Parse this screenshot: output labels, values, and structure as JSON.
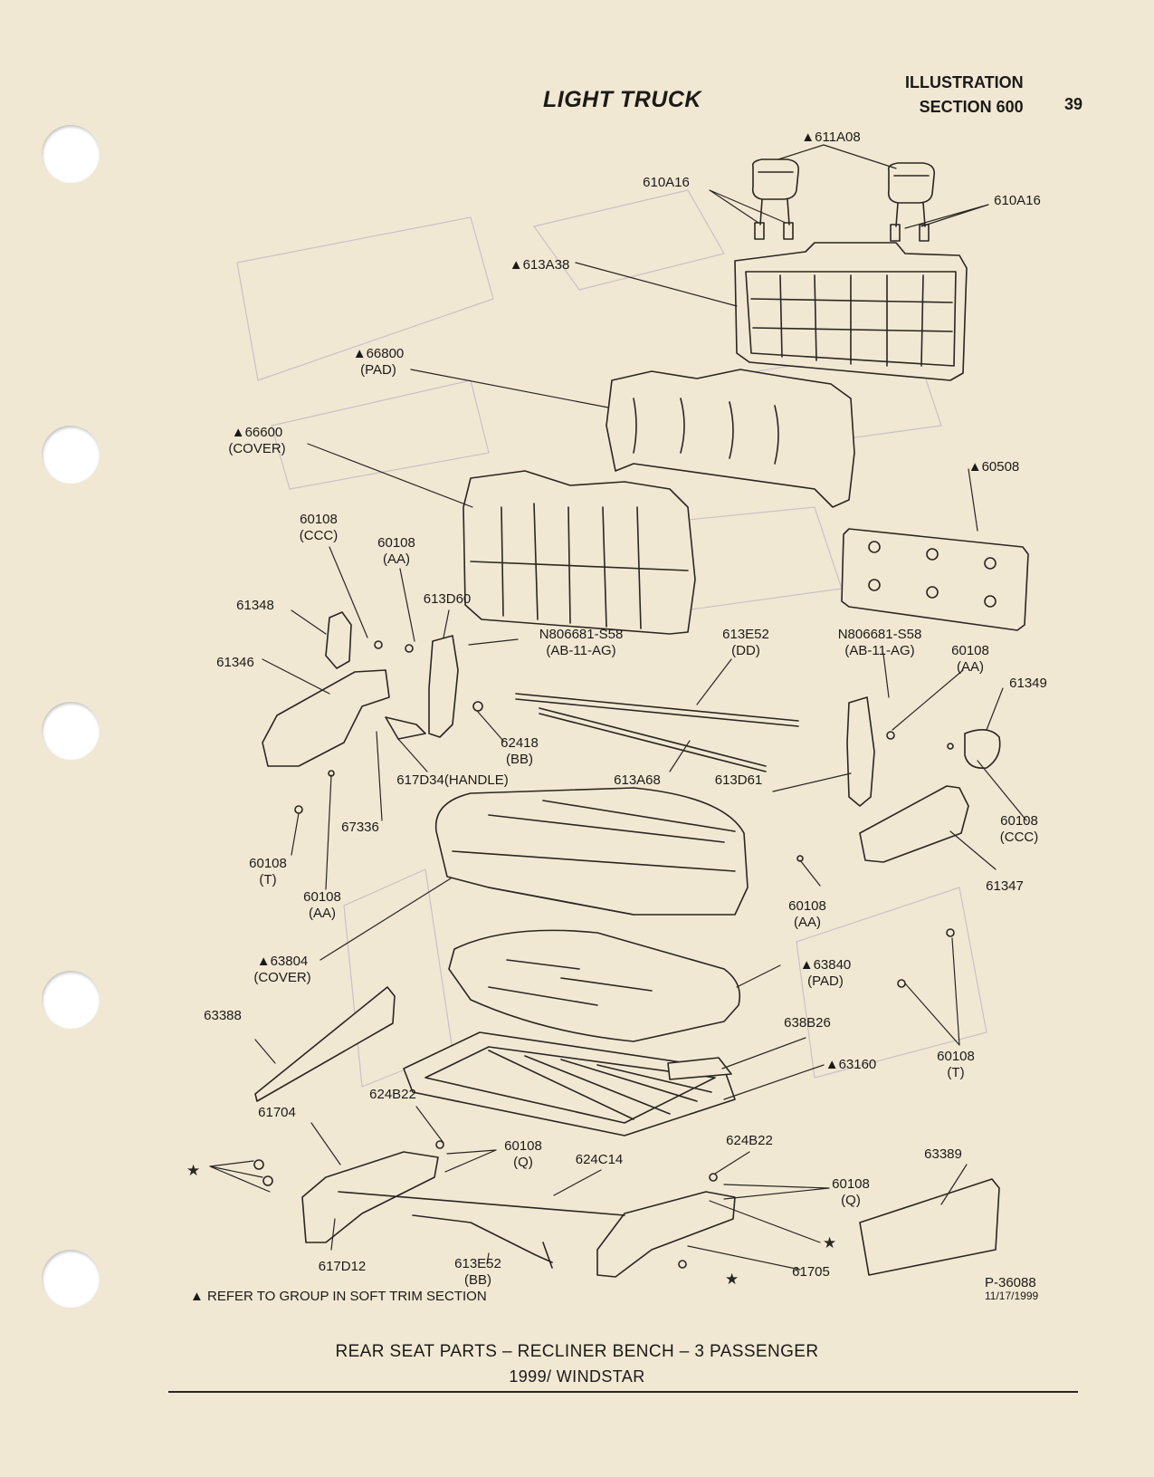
{
  "header": {
    "title": "LIGHT TRUCK",
    "section_line1": "ILLUSTRATION",
    "section_line2": "SECTION 600",
    "page_number": "39"
  },
  "labels": {
    "l611A08": "▲611A08",
    "l610A16_left": "610A16",
    "l610A16_right": "610A16",
    "l613A38": "▲613A38",
    "l66800": "▲66800",
    "l66800_sub": "(PAD)",
    "l66600": "▲66600",
    "l66600_sub": "(COVER)",
    "l60508": "▲60508",
    "l60108_ccc_left": "60108",
    "l60108_ccc_left_sub": "(CCC)",
    "l60108_aa_top": "60108",
    "l60108_aa_top_sub": "(AA)",
    "l61348": "61348",
    "l613D60": "613D60",
    "lN806681_left": "N806681-S58",
    "lN806681_left_sub": "(AB-11-AG)",
    "l613E52_dd": "613E52",
    "l613E52_dd_sub": "(DD)",
    "lN806681_right": "N806681-S58",
    "lN806681_right_sub": "(AB-11-AG)",
    "l60108_aa_right": "60108",
    "l60108_aa_right_sub": "(AA)",
    "l61349": "61349",
    "l61346": "61346",
    "l62418": "62418",
    "l62418_sub": "(BB)",
    "l617D34": "617D34(HANDLE)",
    "l613A68": "613A68",
    "l613D61": "613D61",
    "l60108_ccc_right": "60108",
    "l60108_ccc_right_sub": "(CCC)",
    "l67336": "67336",
    "l60108_t_left": "60108",
    "l60108_t_left_sub": "(T)",
    "l60108_aa_left": "60108",
    "l60108_aa_left_sub": "(AA)",
    "l61347": "61347",
    "l60108_aa_mid": "60108",
    "l60108_aa_mid_sub": "(AA)",
    "l63804": "▲63804",
    "l63804_sub": "(COVER)",
    "l63840": "▲63840",
    "l63840_sub": "(PAD)",
    "l63388": "63388",
    "l638B26": "638B26",
    "l63160": "▲63160",
    "l60108_t_right": "60108",
    "l60108_t_right_sub": "(T)",
    "l624B22_left": "624B22",
    "l61704": "61704",
    "l60108_q_left": "60108",
    "l60108_q_left_sub": "(Q)",
    "l624C14": "624C14",
    "l624B22_right": "624B22",
    "l60108_q_right": "60108",
    "l60108_q_right_sub": "(Q)",
    "l63389": "63389",
    "l617D12": "617D12",
    "l613E52_bb": "613E52",
    "l613E52_bb_sub": "(BB)",
    "l61705": "61705"
  },
  "footer": {
    "note": "▲ REFER TO GROUP IN SOFT TRIM SECTION",
    "code": "P-36088",
    "date": "11/17/1999",
    "caption_line1": "REAR SEAT PARTS – RECLINER BENCH – 3 PASSENGER",
    "caption_line2": "1999/ WINDSTAR"
  }
}
